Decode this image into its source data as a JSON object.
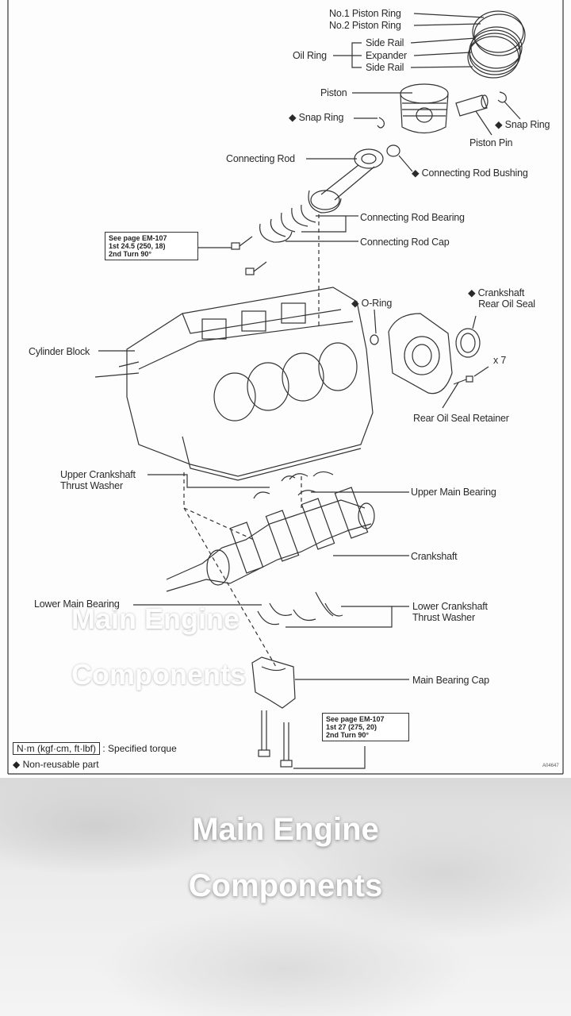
{
  "labels": {
    "no1_piston_ring": "No.1 Piston Ring",
    "no2_piston_ring": "No.2 Piston Ring",
    "side_rail_1": "Side Rail",
    "expander": "Expander",
    "side_rail_2": "Side Rail",
    "oil_ring": "Oil Ring",
    "piston": "Piston",
    "snap_ring_left": "◆ Snap Ring",
    "snap_ring_right": "◆ Snap Ring",
    "piston_pin": "Piston Pin",
    "connecting_rod": "Connecting Rod",
    "connecting_rod_bushing": "◆ Connecting Rod Bushing",
    "connecting_rod_bearing": "Connecting Rod Bearing",
    "connecting_rod_cap": "Connecting Rod Cap",
    "o_ring": "◆ O-Ring",
    "crankshaft_rear_oil_seal": "◆ Crankshaft\n    Rear Oil Seal",
    "cylinder_block": "Cylinder Block",
    "x7": "x 7",
    "rear_oil_seal_retainer": "Rear Oil Seal Retainer",
    "upper_crankshaft_thrust_washer": "Upper Crankshaft\nThrust Washer",
    "upper_main_bearing": "Upper Main Bearing",
    "crankshaft": "Crankshaft",
    "lower_main_bearing": "Lower Main Bearing",
    "lower_crankshaft_thrust_washer": "Lower Crankshaft\nThrust Washer",
    "main_bearing_cap": "Main Bearing Cap"
  },
  "torque_box_1": {
    "line1": "See page  EM-107",
    "line2": "1st   24.5 (250, 18)",
    "line3": "2nd Turn 90°"
  },
  "torque_box_2": {
    "line1": "See page EM-107",
    "line2": "1st   27 (275, 20)",
    "line3": "2nd Turn 90°"
  },
  "legend": {
    "torque_unit": "N·m (kgf·cm, ft·lbf)",
    "torque_desc": ": Specified torque",
    "nonreusable": "◆ Non-reusable part"
  },
  "part_number": "A04647",
  "watermark": {
    "line1": "Main Engine",
    "line2": "Components"
  },
  "caption": {
    "line1": "Main Engine",
    "line2": "Components"
  },
  "colors": {
    "caption_text": "#ffffff",
    "line_art": "#333333",
    "page_bg": "#fdfdfd"
  }
}
